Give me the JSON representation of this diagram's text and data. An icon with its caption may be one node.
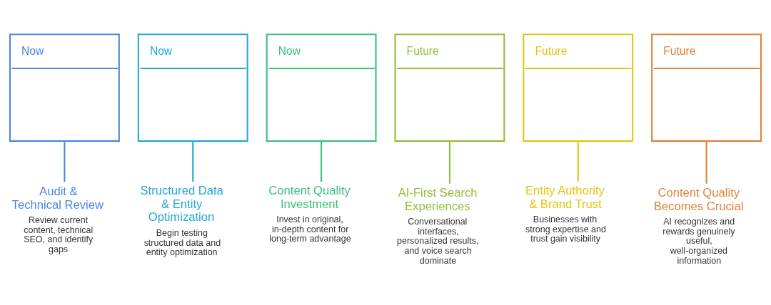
{
  "diagram": {
    "nodes": [
      {
        "text": [
          "Now"
        ]
      },
      {
        "text": [
          "Now"
        ]
      },
      {
        "text": [
          "Now"
        ]
      },
      {
        "text": [
          "Future"
        ]
      },
      {
        "text": [
          "Future"
        ]
      },
      {
        "text": [
          "Future"
        ]
      },
      {
        "text": [
          "Audit & Technical Review",
          "Review current content, technical SEO, and identify gaps"
        ]
      },
      {
        "text": [
          "Structured Data & Entity Optimization",
          "Begin testing structured data and entity optimization"
        ]
      },
      {
        "text": [
          "Content Quality Investment",
          "Invest in original, in-depth content for long-term advantage"
        ]
      },
      {
        "text": [
          "AI-First Search Experiences",
          "Conversational interfaces, personalized results, and voice search dominate"
        ]
      },
      {
        "text": [
          "Entity Authority & Brand Trust",
          "Businesses with strong expertise and trust gain visibility"
        ]
      },
      {
        "text": [
          "Content Quality Becomes Crucial",
          "AI recognizes and rewards genuinely useful, well-organized information"
        ]
      }
    ],
    "edges": [
      {
        "from": 0,
        "to": 6,
        "arrow": "none",
        "color": "#4a86e0"
      },
      {
        "from": 1,
        "to": 7,
        "arrow": "none",
        "color": "#22a7d8"
      },
      {
        "from": 2,
        "to": 8,
        "arrow": "none",
        "color": "#3cc07a"
      },
      {
        "from": 3,
        "to": 9,
        "arrow": "none",
        "color": "#8fbf3a"
      },
      {
        "from": 4,
        "to": 10,
        "arrow": "none",
        "color": "#e2c60f"
      },
      {
        "from": 5,
        "to": 11,
        "arrow": "none",
        "color": "#e0813a"
      }
    ]
  }
}
